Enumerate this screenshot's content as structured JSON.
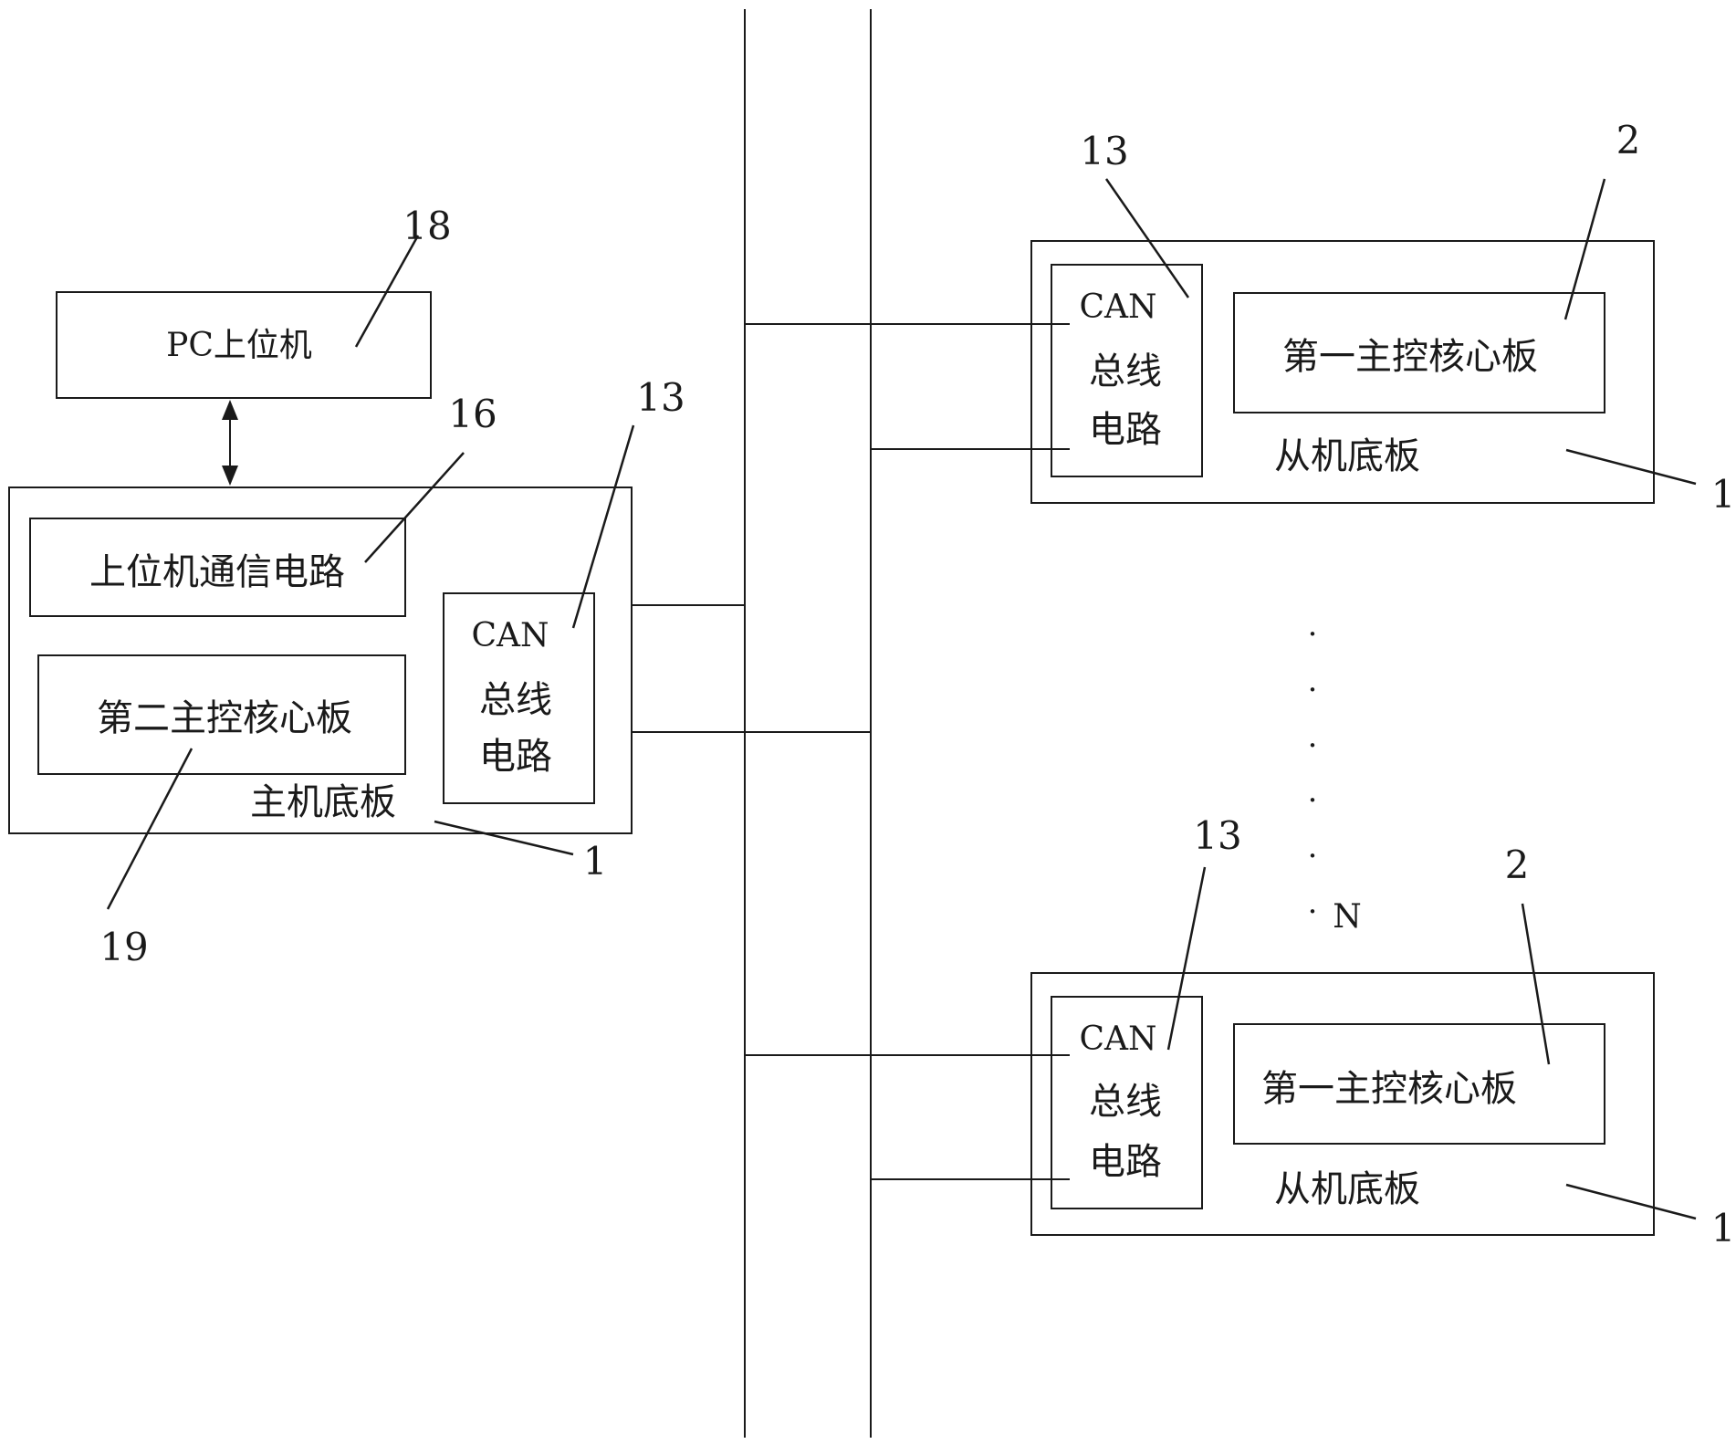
{
  "pc": {
    "label": "PC上位机",
    "ref": "18"
  },
  "master_board": {
    "label": "主机底板",
    "ref": "1",
    "host_comm": {
      "label": "上位机通信电路",
      "ref": "16"
    },
    "core_board": {
      "label": "第二主控核心板",
      "ref": "19"
    },
    "can_circuit": {
      "line1": "CAN",
      "line2": "总线",
      "line3": "电路",
      "ref": "13"
    }
  },
  "slave_boards": [
    {
      "label": "从机底板",
      "ref": "1",
      "core_board": {
        "label": "第一主控核心板",
        "ref": "2"
      },
      "can_circuit": {
        "line1": "CAN",
        "line2": "总线",
        "line3": "电路",
        "ref": "13"
      }
    },
    {
      "label": "从机底板",
      "ref": "1",
      "core_board": {
        "label": "第一主控核心板",
        "ref": "2"
      },
      "can_circuit": {
        "line1": "CAN",
        "line2": "总线",
        "line3": "电路",
        "ref": "13"
      }
    }
  ],
  "continuation": {
    "dot": "·",
    "last_label": "N"
  }
}
